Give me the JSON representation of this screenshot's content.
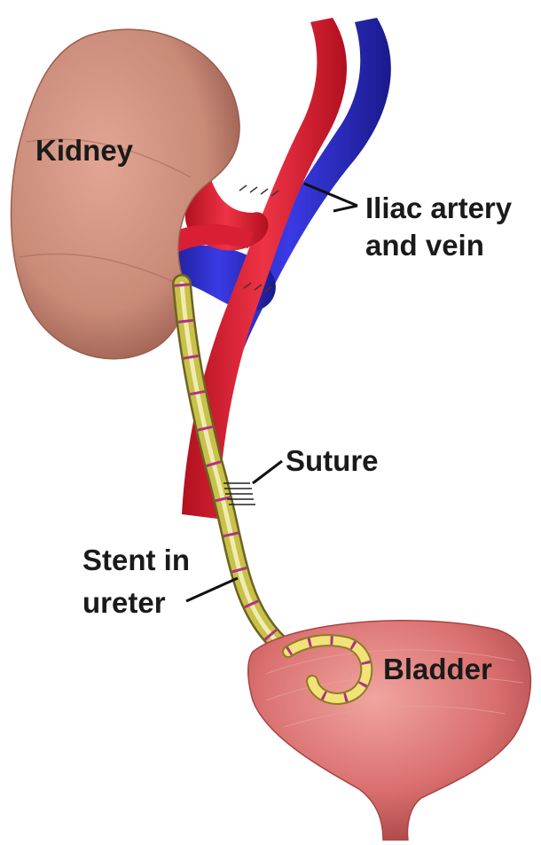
{
  "labels": {
    "kidney": "Kidney",
    "iliac_line1": "Iliac artery",
    "iliac_line2": "and vein",
    "suture": "Suture",
    "stent_line1": "Stent in",
    "stent_line2": "ureter",
    "bladder": "Bladder"
  },
  "colors": {
    "kidney": "#c98a78",
    "artery": "#e0243a",
    "vein": "#2a2ad0",
    "ureter": "#c8c14a",
    "stent_marks": "#b0308a",
    "bladder": "#d9706f"
  }
}
